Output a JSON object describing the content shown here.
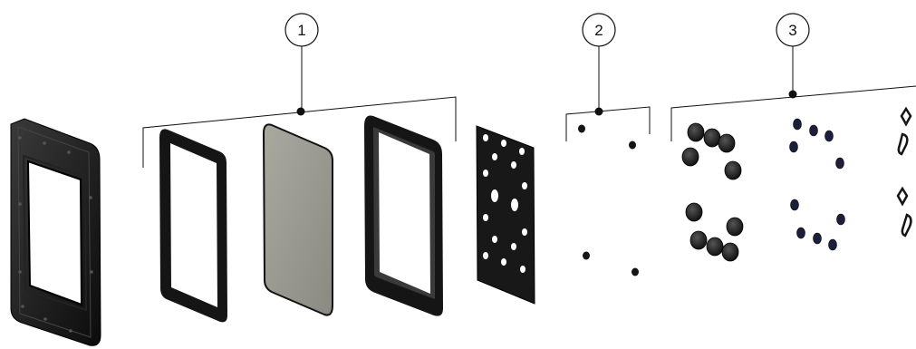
{
  "callouts": [
    {
      "number": "1",
      "part": "gasket-and-window-set"
    },
    {
      "number": "2",
      "part": "screw-set"
    },
    {
      "number": "3",
      "part": "fastener-and-washer-set"
    }
  ],
  "colors": {
    "line": "#111111",
    "part_dark": "#151515",
    "part_mid": "#2a2a2a",
    "window_glass": "#9c9c93",
    "washer_blue": "#2b3a8c",
    "background": "#ffffff"
  }
}
